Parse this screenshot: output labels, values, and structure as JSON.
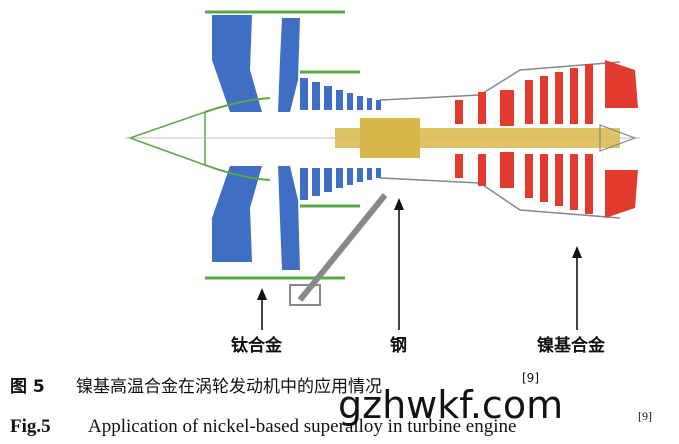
{
  "diagram": {
    "labels": {
      "titanium": "钛合金",
      "steel": "钢",
      "nickel": "镍基合金"
    },
    "colors": {
      "titanium": "#3f6fc4",
      "steel": "#d8b84a",
      "nickel": "#e23a2f",
      "outline": "#7a7a7a",
      "green_trim": "#5aa845"
    }
  },
  "caption": {
    "cn_number": "图 5",
    "cn_text": "镍基高温合金在涡轮发动机中的应用情况",
    "cn_ref": "[9]",
    "en_number": "Fig.5",
    "en_text": "Application of nickel-based superalloy in turbine engine",
    "en_ref": "[9]"
  },
  "watermark": "gzhwkf.com"
}
